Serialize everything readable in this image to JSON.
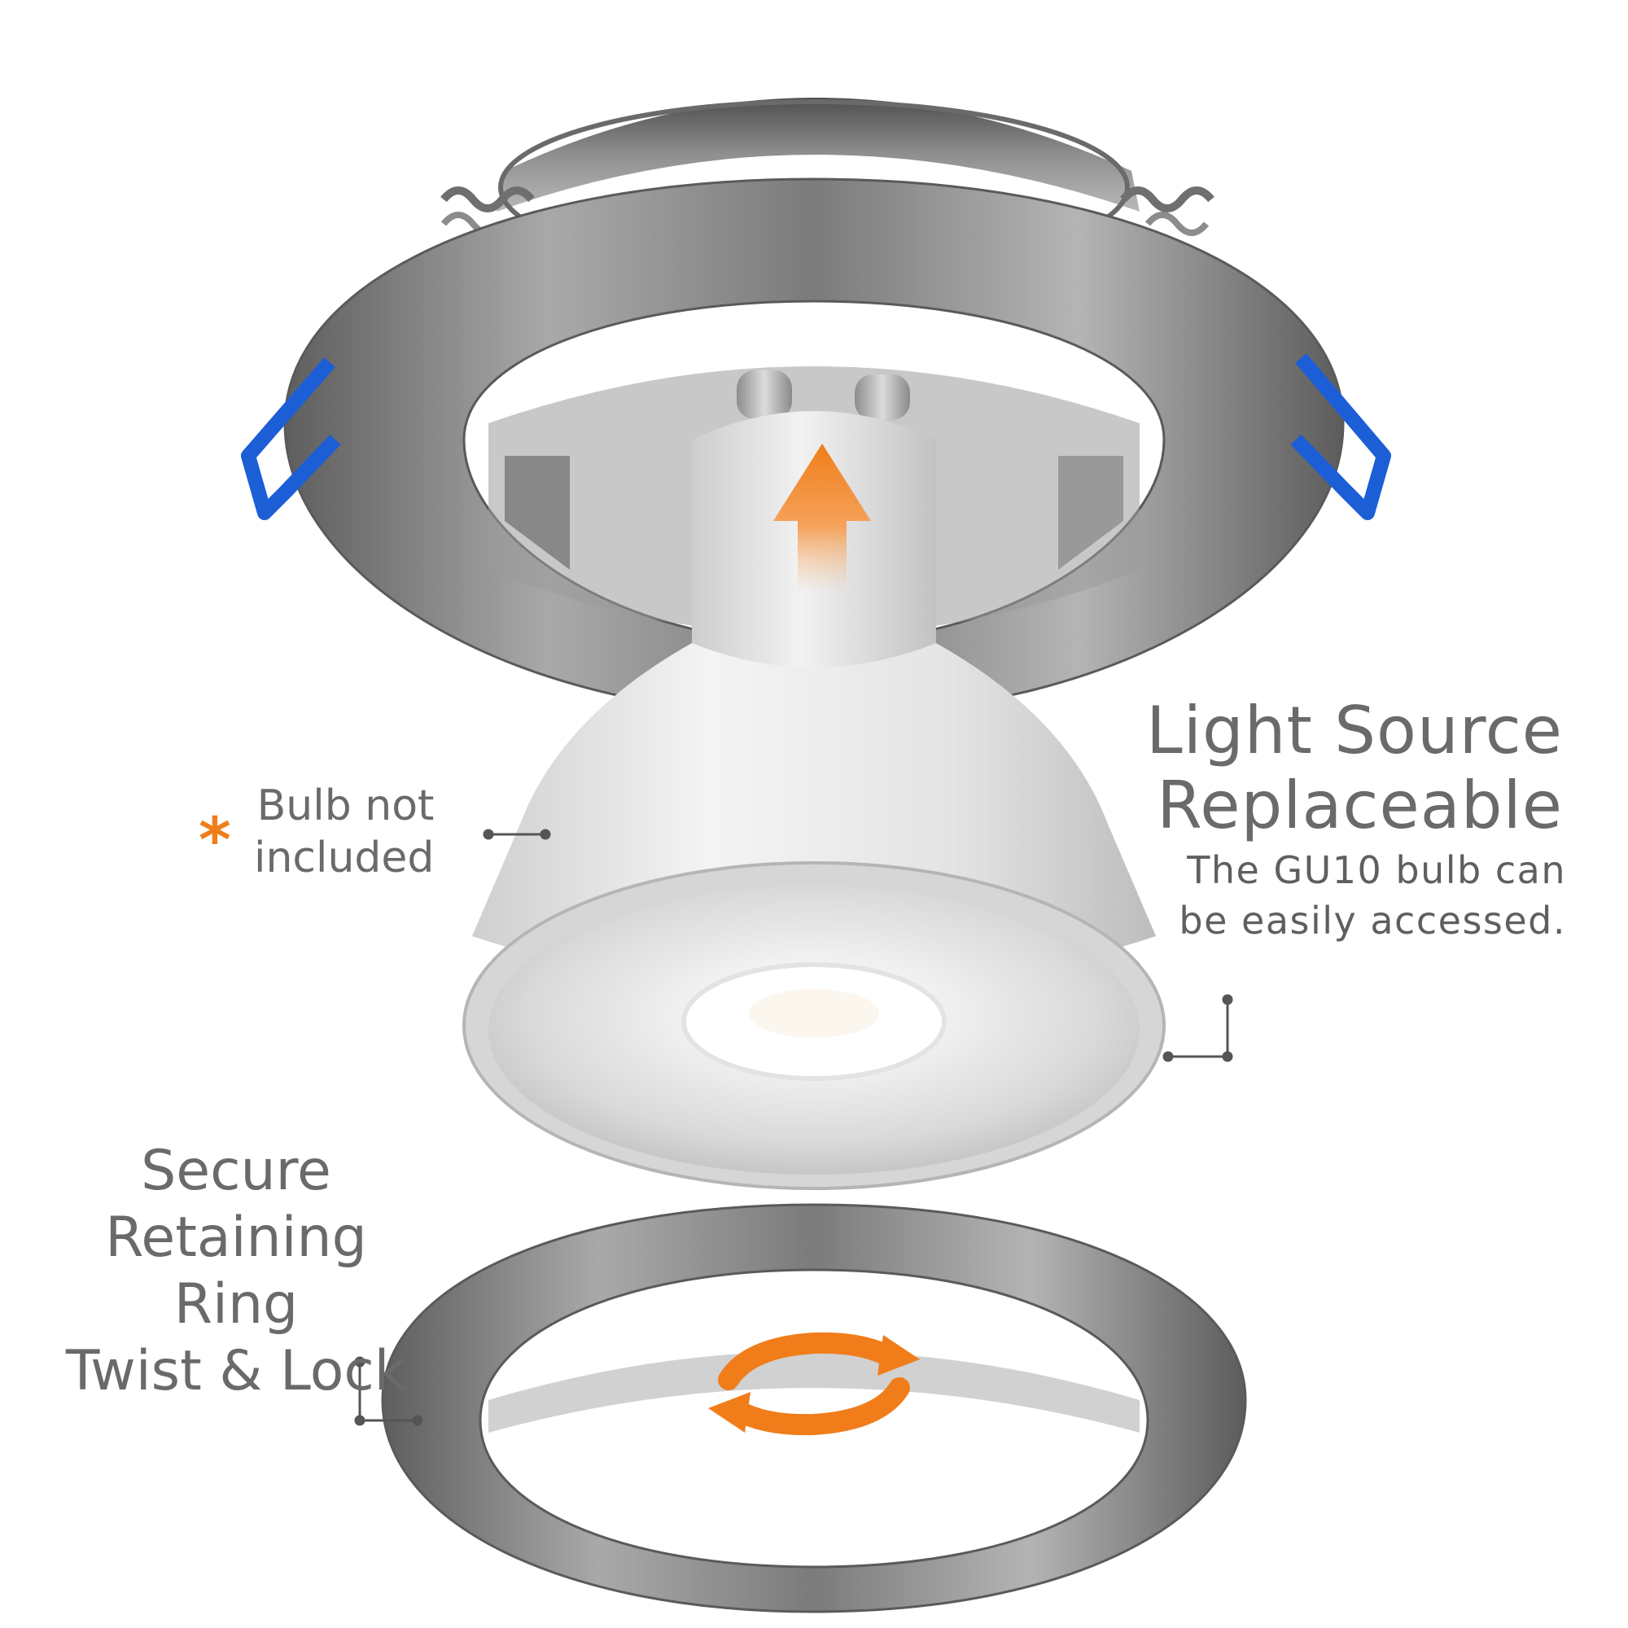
{
  "headline": {
    "line1": "Light Source",
    "line2": "Replaceable"
  },
  "subtext": {
    "line1": "The GU10 bulb can",
    "line2": "be easily accessed."
  },
  "bulb_note": {
    "marker": "*",
    "line1": "Bulb not",
    "line2": "included"
  },
  "ring_note": {
    "line1": "Secure",
    "line2": "Retaining Ring",
    "line3": "Twist & Lock"
  },
  "colors": {
    "accent": "#f07d1a",
    "clip": "#1c5ed6",
    "metal": "#8a8a8a",
    "text": "#6a6a6a"
  },
  "icons": {
    "insert_arrow": "arrow-up-icon",
    "rotate": "rotate-icon"
  }
}
